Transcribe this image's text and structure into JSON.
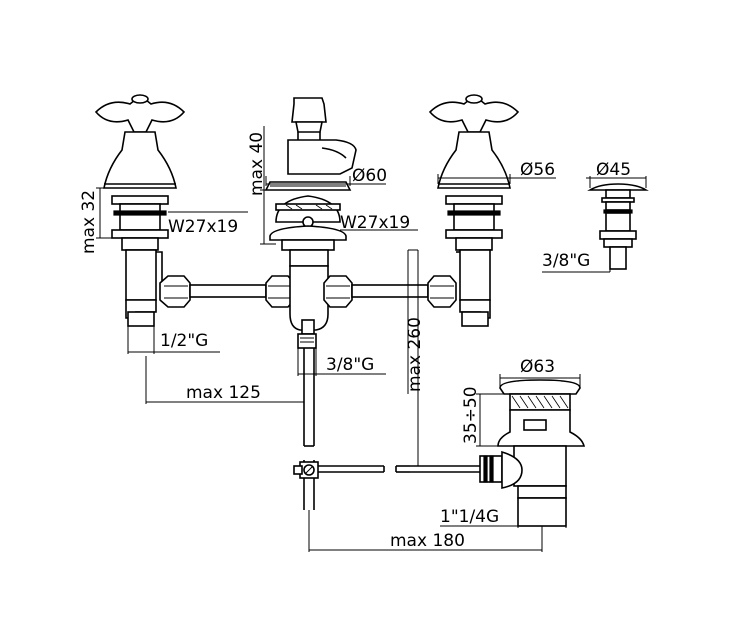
{
  "dimensions": {
    "handle_height": "max 32",
    "thread_left": "W27x19",
    "lever_height": "max 40",
    "thread_center": "W27x19",
    "flange_center": "Ø60",
    "flange_right": "Ø56",
    "flange_small": "Ø45",
    "thread_small": "3/8\"G",
    "inlet_thread": "1/2\"G",
    "outlet_thread": "3/8\"G",
    "spread": "max 125",
    "rod_length": "max 260",
    "waste_diameter": "Ø63",
    "waste_range": "35÷50",
    "waste_thread": "1\"1/4G",
    "rod_spread": "max 180"
  }
}
